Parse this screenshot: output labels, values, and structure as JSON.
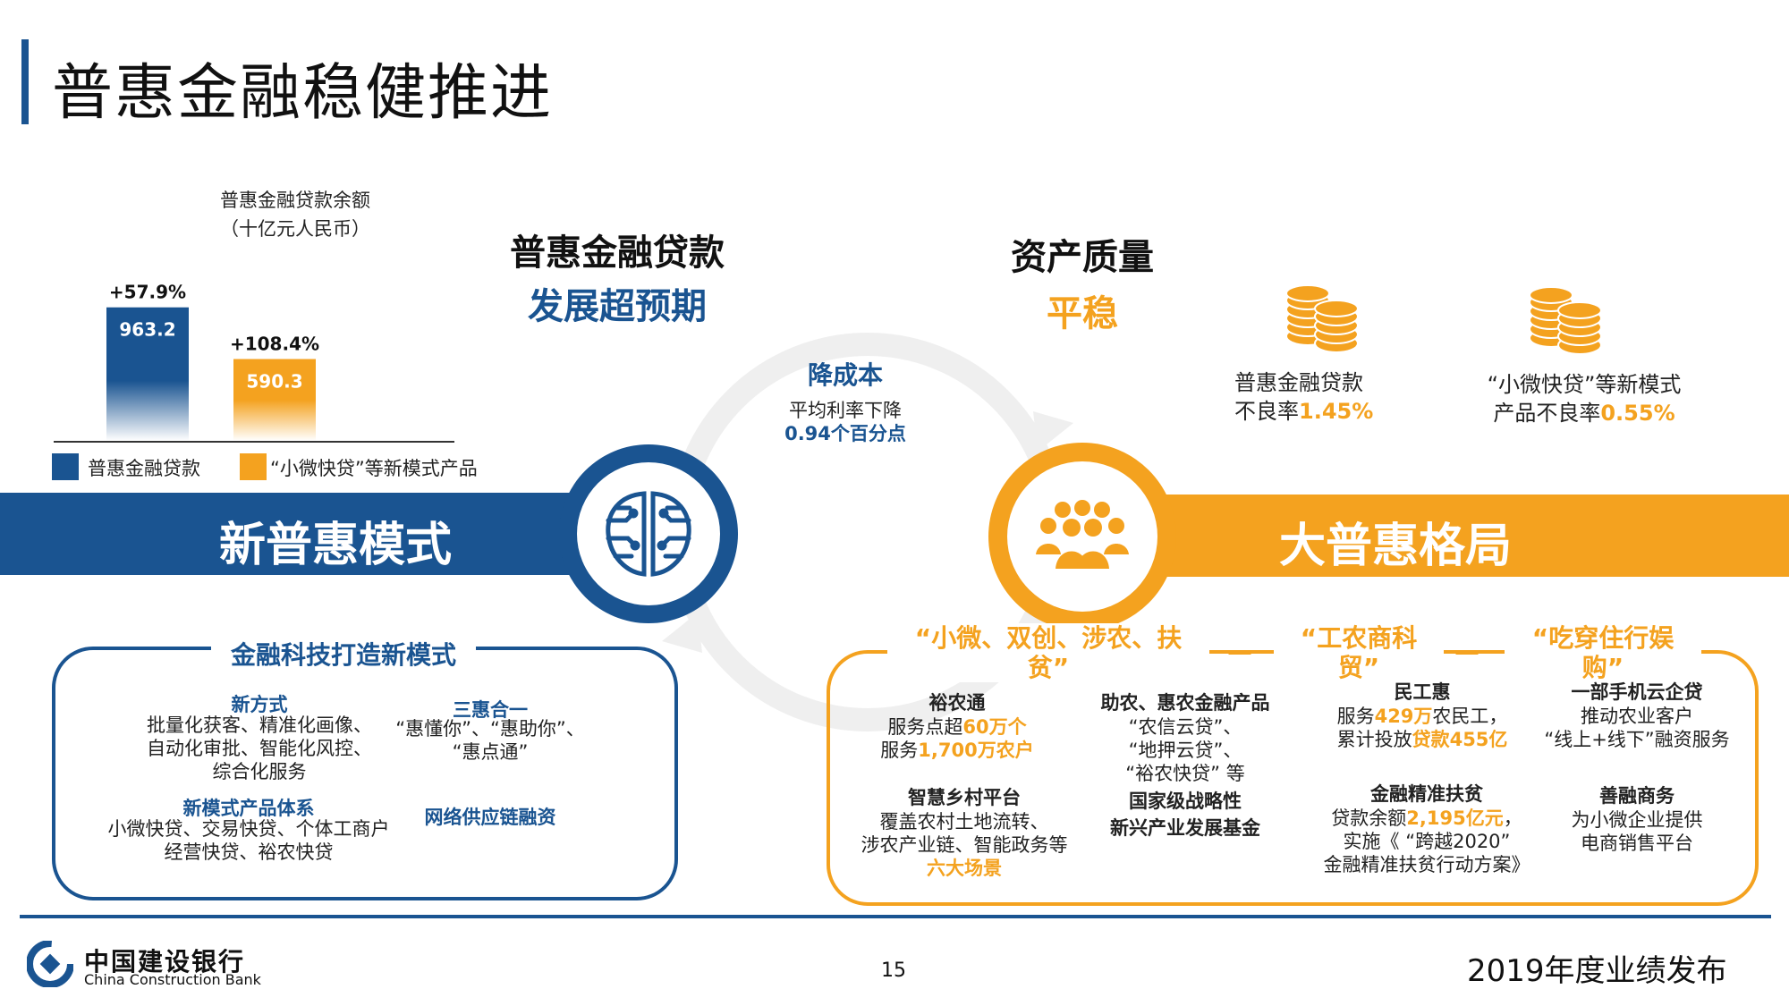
{
  "title": "普惠金融稳健推进",
  "chart_data": {
    "type": "bar",
    "title_line1": "普惠金融贷款余额",
    "title_line2": "（十亿元人民币）",
    "categories": [
      "普惠金融贷款",
      "“小微快贷”等新模式产品"
    ],
    "values": [
      963.2,
      590.3
    ],
    "value_labels": [
      "963.2",
      "590.3"
    ],
    "growth_labels": [
      "+57.9%",
      "+108.4%"
    ],
    "colors": [
      "#1a5491",
      "#f4a21f"
    ],
    "ylim": [
      0,
      1000
    ],
    "legend_position": "bottom"
  },
  "loan_heading": {
    "line1": "普惠金融贷款",
    "line2": "发展超预期"
  },
  "cost": {
    "title": "降成本",
    "line1": "平均利率下降",
    "line2": "0.94个百分点"
  },
  "asset_heading": {
    "line1": "资产质量",
    "line2": "平稳"
  },
  "npl": [
    {
      "line1": "普惠金融贷款",
      "line2_prefix": "不良率",
      "value": "1.45%"
    },
    {
      "line1": "“小微快贷”等新模式",
      "line2_prefix": "产品不良率",
      "value": "0.55%"
    }
  ],
  "banner_left": "新普惠模式",
  "banner_right": "大普惠格局",
  "left_box": {
    "label": "金融科技打造新模式",
    "new_way_title": "新方式",
    "new_way_lines": [
      "批量化获客、精准化画像、",
      "自动化审批、智能化风控、",
      "综合化服务"
    ],
    "three_title": "三惠合一",
    "three_lines": [
      "“惠懂你”、“惠助你”、",
      "“惠点通”"
    ],
    "product_title": "新模式产品体系",
    "product_lines": [
      "小微快贷、交易快贷、个体工商户",
      "经营快贷、裕农快贷"
    ],
    "network_title": "网络供应链融资"
  },
  "right_box": {
    "label1_line1": "“小微、双创、涉农、扶",
    "label1_line2": "贫”",
    "label2_line1": "“工农商科",
    "label2_line2": "贸”",
    "label3_line1": "“吃穿住行娱",
    "label3_line2": "购”",
    "dash": "—",
    "yunongtong_title": "裕农通",
    "yunongtong_l1_prefix": "服务点超",
    "yunongtong_l1_value": "60万个",
    "yunongtong_l2_prefix": "服务",
    "yunongtong_l2_value": "1,700万农户",
    "agri_title": "助农、惠农金融产品",
    "agri_lines": [
      "“农信云贷”、",
      "“地押云贷”、",
      "“裕农快贷” 等"
    ],
    "village_title": "智慧乡村平台",
    "village_lines": [
      "覆盖农村土地流转、",
      "涉农产业链、智能政务等"
    ],
    "village_value": "六大场景",
    "fund_title_l1": "国家级战略性",
    "fund_title_l2": "新兴产业发展基金",
    "migrant_title": "民工惠",
    "migrant_l1_prefix": "服务",
    "migrant_l1_value": "429万",
    "migrant_l1_suffix": "农民工，",
    "migrant_l2_prefix": "累计投放",
    "migrant_l2_value": "贷款455亿",
    "poverty_title": "金融精准扶贫",
    "poverty_l1_prefix": "贷款余额",
    "poverty_l1_value": "2,195亿元",
    "poverty_l1_suffix": "，",
    "poverty_l2": "实施《 “跨越2020”",
    "poverty_l3": "金融精准扶贫行动方案》",
    "phone_title": "一部手机云企贷",
    "phone_lines": [
      "推动农业客户",
      "“线上+线下”融资服务"
    ],
    "commerce_title": "善融商务",
    "commerce_lines": [
      "为小微企业提供",
      "电商销售平台"
    ]
  },
  "footer": {
    "bank_cn": "中国建设银行",
    "bank_en": "China Construction Bank",
    "page": "15",
    "report": "2019年度业绩发布"
  }
}
